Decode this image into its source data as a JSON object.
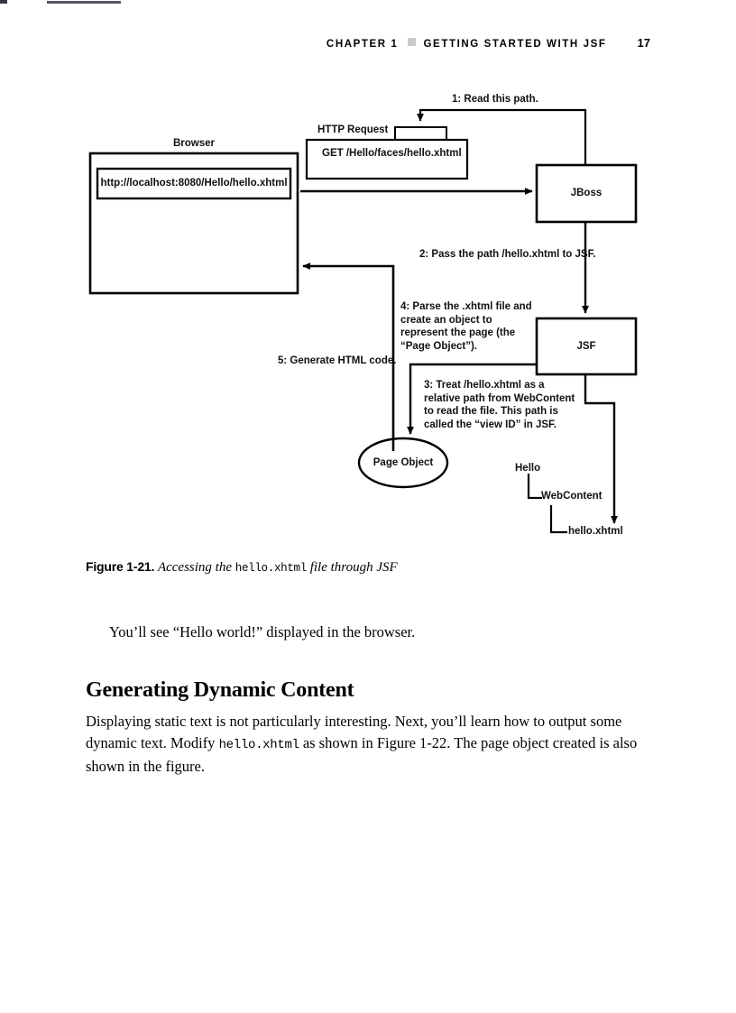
{
  "running_head": {
    "chapter": "CHAPTER 1",
    "separator_icon": "square-bullet-icon",
    "title": "GETTING STARTED WITH JSF",
    "page_number": "17"
  },
  "figure": {
    "nodes": {
      "browser_label": "Browser",
      "url_value": "http://localhost:8080/Hello/hello.xhtml",
      "http_request_label": "HTTP Request",
      "http_request_line": "GET /Hello/faces/hello.xhtml",
      "jboss": "JBoss",
      "jsf": "JSF",
      "page_object": "Page Object"
    },
    "steps": {
      "step1": "1: Read this path.",
      "step2": "2: Pass the path /hello.xhtml to JSF.",
      "step3": "3: Treat /hello.xhtml as a relative path from WebContent to read the file. This path is called the “view ID” in JSF.",
      "step4": "4: Parse the .xhtml file and create an object to represent the page (the “Page Object”).",
      "step5": "5: Generate HTML code."
    },
    "tree": {
      "root": "Hello",
      "child": "WebContent",
      "leaf": "hello.xhtml"
    }
  },
  "caption": {
    "figure_number": "Figure 1-21.",
    "text_before": "Accessing the ",
    "code": "hello.xhtml",
    "text_after": " file through JSF"
  },
  "body": {
    "paragraph_hello": "You’ll see “Hello world!” displayed in the browser.",
    "heading": "Generating Dynamic Content",
    "paragraph_part1": "Displaying static text is not particularly interesting. Next, you’ll learn how to output some dynamic text. Modify ",
    "paragraph_code": "hello.xhtml",
    "paragraph_part2": " as shown in Figure 1-22. The page object created is also shown in the figure."
  },
  "colors": {
    "ink": "#000000",
    "rule": "#5b5266",
    "head_square": "#c9c9c9"
  }
}
